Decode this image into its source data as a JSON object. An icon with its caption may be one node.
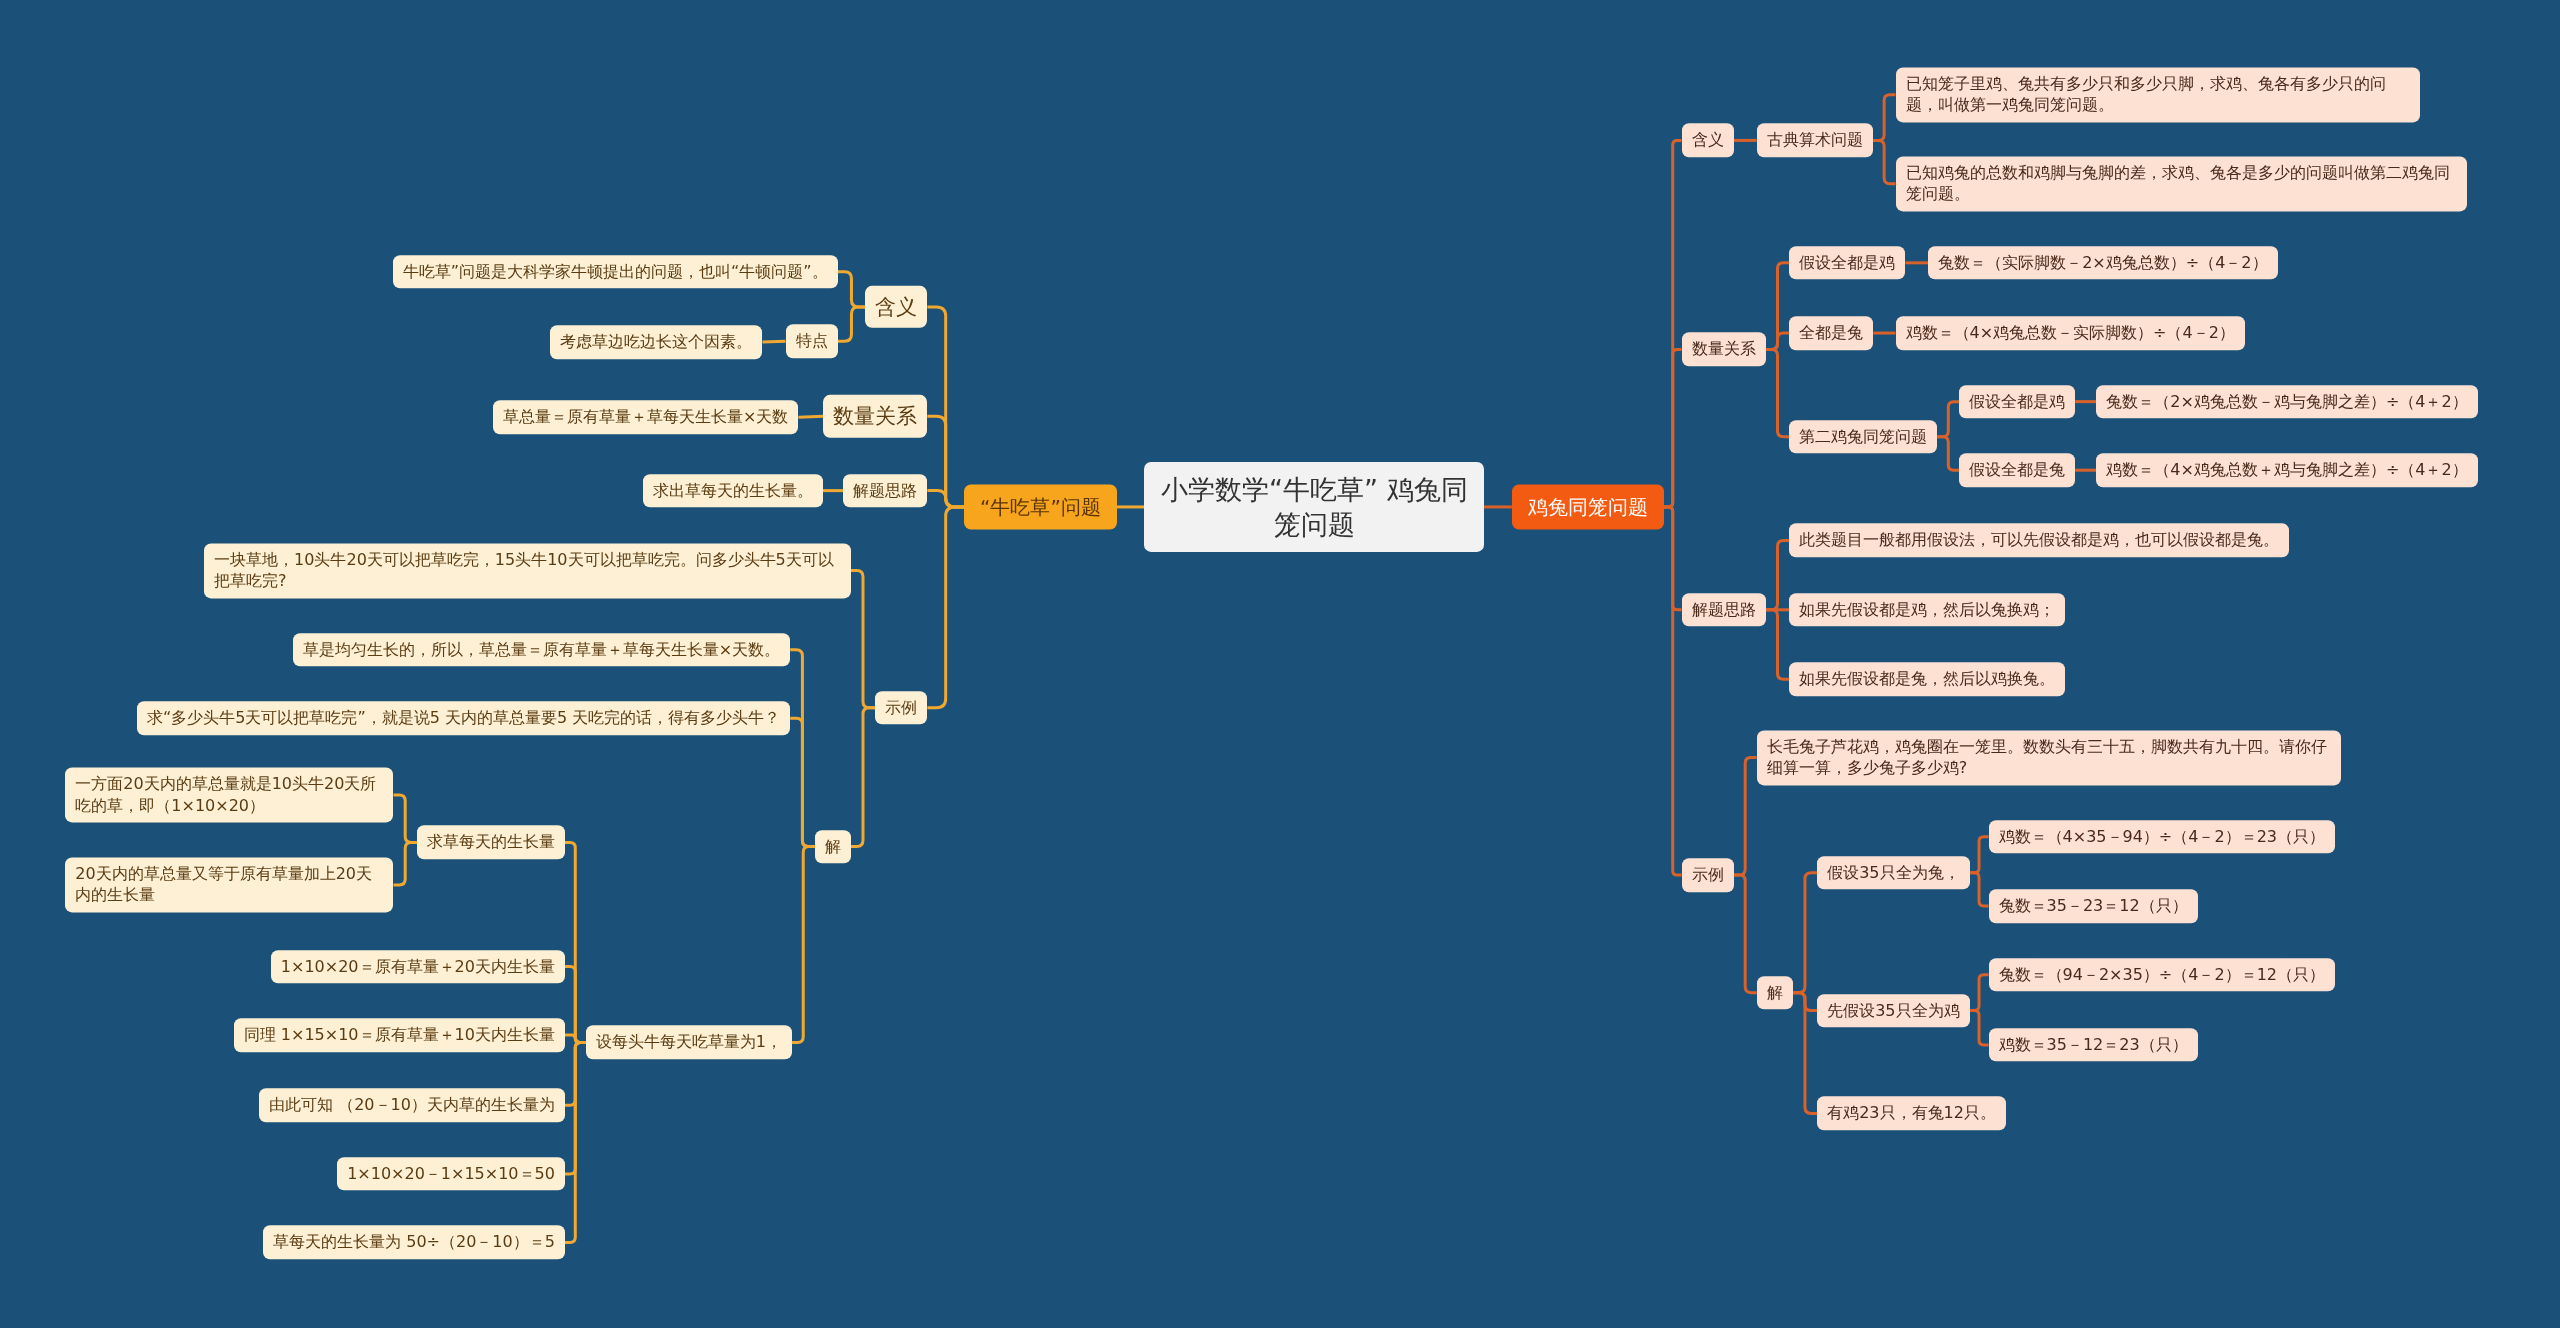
{
  "diagram": {
    "nodes": [
      {
        "text": [
          "小学数学“牛吃草” 鸡兔同笼问题"
        ]
      },
      {
        "text": [
          "“牛吃草”问题"
        ]
      },
      {
        "text": [
          "含义"
        ]
      },
      {
        "text": [
          "牛吃草”问题是大科学家牛顿提出的问题，也叫“牛顿问题”。"
        ]
      },
      {
        "text": [
          "特点"
        ]
      },
      {
        "text": [
          "考虑草边吃边长这个因素。"
        ]
      },
      {
        "text": [
          "数量关系"
        ]
      },
      {
        "text": [
          "草总量＝原有草量＋草每天生长量×天数"
        ]
      },
      {
        "text": [
          "解题思路"
        ]
      },
      {
        "text": [
          "求出草每天的生长量。"
        ]
      },
      {
        "text": [
          "示例"
        ]
      },
      {
        "text": [
          "一块草地，10头牛20天可以把草吃完，15头牛10天可以把草吃完。问多少头牛5天可以把草吃完?"
        ]
      },
      {
        "text": [
          "解"
        ]
      },
      {
        "text": [
          "草是均匀生长的，所以，草总量＝原有草量＋草每天生长量×天数。"
        ]
      },
      {
        "text": [
          "求“多少头牛5天可以把草吃完”，就是说5 天内的草总量要5 天吃完的话，得有多少头牛？"
        ]
      },
      {
        "text": [
          "求草每天的生长量"
        ]
      },
      {
        "text": [
          "一方面20天内的草总量就是10头牛20天所吃的草，即（1×10×20）"
        ]
      },
      {
        "text": [
          "20天内的草总量又等于原有草量加上20天内的生长量"
        ]
      },
      {
        "text": [
          "设每头牛每天吃草量为1，"
        ]
      },
      {
        "text": [
          "1×10×20＝原有草量＋20天内生长量"
        ]
      },
      {
        "text": [
          "同理 1×15×10＝原有草量＋10天内生长量"
        ]
      },
      {
        "text": [
          "由此可知 （20－10）天内草的生长量为"
        ]
      },
      {
        "text": [
          "1×10×20－1×15×10＝50"
        ]
      },
      {
        "text": [
          "草每天的生长量为 50÷（20－10）＝5"
        ]
      },
      {
        "text": [
          "鸡兔同笼问题"
        ]
      },
      {
        "text": [
          "含义"
        ]
      },
      {
        "text": [
          "古典算术问题"
        ]
      },
      {
        "text": [
          "已知笼子里鸡、兔共有多少只和多少只脚，求鸡、兔各有多少只的问题，叫做第一鸡兔同笼问题。"
        ]
      },
      {
        "text": [
          "已知鸡兔的总数和鸡脚与兔脚的差，求鸡、兔各是多少的问题叫做第二鸡兔同笼问题。"
        ]
      },
      {
        "text": [
          "数量关系"
        ]
      },
      {
        "text": [
          "假设全都是鸡"
        ]
      },
      {
        "text": [
          "兔数＝（实际脚数－2×鸡兔总数）÷（4－2）"
        ]
      },
      {
        "text": [
          "全都是兔"
        ]
      },
      {
        "text": [
          "鸡数＝（4×鸡兔总数－实际脚数）÷（4－2）"
        ]
      },
      {
        "text": [
          "第二鸡兔同笼问题"
        ]
      },
      {
        "text": [
          "假设全都是鸡"
        ]
      },
      {
        "text": [
          "兔数＝（2×鸡兔总数－鸡与兔脚之差）÷（4＋2）"
        ]
      },
      {
        "text": [
          "假设全都是兔"
        ]
      },
      {
        "text": [
          "鸡数＝（4×鸡兔总数＋鸡与兔脚之差）÷（4＋2）"
        ]
      },
      {
        "text": [
          "解题思路"
        ]
      },
      {
        "text": [
          "此类题目一般都用假设法，可以先假设都是鸡，也可以假设都是兔。"
        ]
      },
      {
        "text": [
          "如果先假设都是鸡，然后以兔换鸡；"
        ]
      },
      {
        "text": [
          "如果先假设都是兔，然后以鸡换兔。"
        ]
      },
      {
        "text": [
          "示例"
        ]
      },
      {
        "text": [
          "长毛兔子芦花鸡，鸡兔圈在一笼里。数数头有三十五，脚数共有九十四。请你仔细算一算，多少兔子多少鸡?"
        ]
      },
      {
        "text": [
          "解"
        ]
      },
      {
        "text": [
          "假设35只全为兔，"
        ]
      },
      {
        "text": [
          "鸡数＝（4×35－94）÷（4－2）＝23（只）"
        ]
      },
      {
        "text": [
          "兔数＝35－23＝12（只）"
        ]
      },
      {
        "text": [
          "先假设35只全为鸡"
        ]
      },
      {
        "text": [
          "兔数＝（94－2×35）÷（4－2）＝12（只）"
        ]
      },
      {
        "text": [
          "鸡数＝35－12＝23（只）"
        ]
      },
      {
        "text": [
          "有鸡23只，有兔12只。"
        ]
      }
    ],
    "edges": [
      {
        "from": 0,
        "to": 1,
        "arrow": "none",
        "color": "#f0a830"
      },
      {
        "from": 1,
        "to": 2,
        "arrow": "none",
        "color": "#f0a830"
      },
      {
        "from": 2,
        "to": 3,
        "arrow": "none",
        "color": "#f0a830"
      },
      {
        "from": 2,
        "to": 4,
        "arrow": "none",
        "color": "#f0a830"
      },
      {
        "from": 4,
        "to": 5,
        "arrow": "none",
        "color": "#f0a830"
      },
      {
        "from": 1,
        "to": 6,
        "arrow": "none",
        "color": "#f0a830"
      },
      {
        "from": 6,
        "to": 7,
        "arrow": "none",
        "color": "#f0a830"
      },
      {
        "from": 1,
        "to": 8,
        "arrow": "none",
        "color": "#f0a830"
      },
      {
        "from": 8,
        "to": 9,
        "arrow": "none",
        "color": "#f0a830"
      },
      {
        "from": 1,
        "to": 10,
        "arrow": "none",
        "color": "#f0a830"
      },
      {
        "from": 10,
        "to": 11,
        "arrow": "none",
        "color": "#f0a830"
      },
      {
        "from": 10,
        "to": 12,
        "arrow": "none",
        "color": "#f0a830"
      },
      {
        "from": 12,
        "to": 13,
        "arrow": "none",
        "color": "#f0a830"
      },
      {
        "from": 12,
        "to": 14,
        "arrow": "none",
        "color": "#f0a830"
      },
      {
        "from": 12,
        "to": 18,
        "arrow": "none",
        "color": "#f0a830"
      },
      {
        "from": 18,
        "to": 15,
        "arrow": "none",
        "color": "#f0a830"
      },
      {
        "from": 15,
        "to": 16,
        "arrow": "none",
        "color": "#f0a830"
      },
      {
        "from": 15,
        "to": 17,
        "arrow": "none",
        "color": "#f0a830"
      },
      {
        "from": 18,
        "to": 19,
        "arrow": "none",
        "color": "#f0a830"
      },
      {
        "from": 18,
        "to": 20,
        "arrow": "none",
        "color": "#f0a830"
      },
      {
        "from": 18,
        "to": 21,
        "arrow": "none",
        "color": "#f0a830"
      },
      {
        "from": 18,
        "to": 22,
        "arrow": "none",
        "color": "#f0a830"
      },
      {
        "from": 18,
        "to": 23,
        "arrow": "none",
        "color": "#f0a830"
      },
      {
        "from": 0,
        "to": 24,
        "arrow": "none"
      },
      {
        "from": 24,
        "to": 25,
        "arrow": "none"
      },
      {
        "from": 25,
        "to": 26,
        "arrow": "none"
      },
      {
        "from": 26,
        "to": 27,
        "arrow": "none"
      },
      {
        "from": 26,
        "to": 28,
        "arrow": "none"
      },
      {
        "from": 24,
        "to": 29,
        "arrow": "none"
      },
      {
        "from": 29,
        "to": 30,
        "arrow": "none"
      },
      {
        "from": 30,
        "to": 31,
        "arrow": "none"
      },
      {
        "from": 29,
        "to": 32,
        "arrow": "none"
      },
      {
        "from": 32,
        "to": 33,
        "arrow": "none"
      },
      {
        "from": 29,
        "to": 34,
        "arrow": "none"
      },
      {
        "from": 34,
        "to": 35,
        "arrow": "none"
      },
      {
        "from": 35,
        "to": 36,
        "arrow": "none"
      },
      {
        "from": 34,
        "to": 37,
        "arrow": "none"
      },
      {
        "from": 37,
        "to": 38,
        "arrow": "none"
      },
      {
        "from": 24,
        "to": 39,
        "arrow": "none"
      },
      {
        "from": 39,
        "to": 40,
        "arrow": "none"
      },
      {
        "from": 39,
        "to": 41,
        "arrow": "none"
      },
      {
        "from": 39,
        "to": 42,
        "arrow": "none"
      },
      {
        "from": 24,
        "to": 43,
        "arrow": "none"
      },
      {
        "from": 43,
        "to": 44,
        "arrow": "none"
      },
      {
        "from": 43,
        "to": 45,
        "arrow": "none"
      },
      {
        "from": 45,
        "to": 46,
        "arrow": "none"
      },
      {
        "from": 46,
        "to": 47,
        "arrow": "none"
      },
      {
        "from": 46,
        "to": 48,
        "arrow": "none"
      },
      {
        "from": 45,
        "to": 49,
        "arrow": "none"
      },
      {
        "from": 49,
        "to": 50,
        "arrow": "none"
      },
      {
        "from": 49,
        "to": 51,
        "arrow": "none"
      },
      {
        "from": 45,
        "to": 52,
        "arrow": "none"
      }
    ]
  }
}
